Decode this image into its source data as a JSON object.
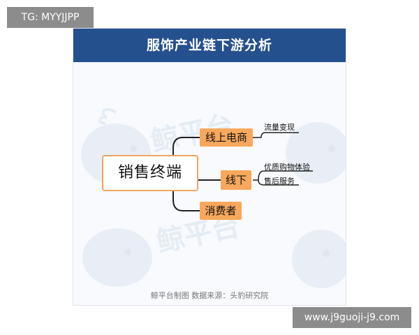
{
  "tg_label": "TG: MYYJJPP",
  "title": "服饰产业链下游分析",
  "watermark": "鲸平台",
  "root": "销售终端",
  "branches": [
    {
      "label": "线上电商",
      "children": [
        "流量变现"
      ]
    },
    {
      "label": "线下",
      "children": [
        "优质购物体验",
        "售后服务"
      ]
    },
    {
      "label": "消费者",
      "children": []
    }
  ],
  "footer": "鲸平台制图 数据来源：头豹研究院",
  "url_label": "www.j9guoji-j9.com",
  "colors": {
    "header": "#25508e",
    "node": "#f7a85c",
    "line": "#222222"
  }
}
